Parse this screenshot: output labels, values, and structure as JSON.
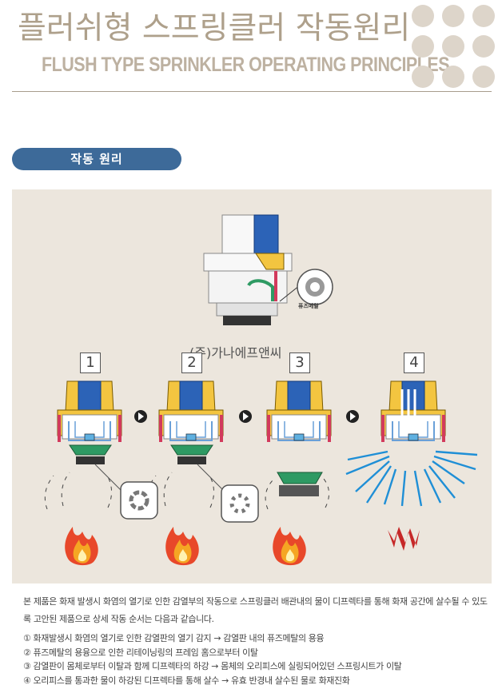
{
  "header": {
    "title_ko": "플러쉬형 스프링클러 작동원리",
    "title_en": "FLUSH TYPE SPRINKLER OPERATING PRINCIPLES"
  },
  "section": {
    "label": "작동 원리"
  },
  "diagram": {
    "company": "(주)가나에프앤씨",
    "fuse_label": "퓨즈메탈",
    "steps": [
      "1",
      "2",
      "3",
      "4"
    ],
    "colors": {
      "body": "#f3c540",
      "pipe": "#2c63b7",
      "frame": "#d23a5c",
      "deflector": "#2e9a63",
      "spray": "#1f8fd6",
      "fire": "#e8482a"
    },
    "icons": [
      "fuse-ring-icon",
      "arrow-right-icon",
      "fire-icon",
      "water-spray-icon"
    ]
  },
  "description": {
    "intro": "본 제품은 화재 발생시 화염의 열기로 인한 감열부의 작동으로 스프링클러 배관내의 물이 디프렉타를 통해 화재 공간에 살수될 수 있도록 고안된 제품으로 상세 작동 순서는 다음과 같습니다.",
    "steps": [
      "① 화재발생시 화염의 열기로 인한 감열판의 열기 감지 → 감열판 내의 퓨즈메탈의 용융",
      "② 퓨즈메탈의 용융으로 인한 리테이닝링의 프레임 홈으로부터 이탈",
      "③ 감열판이 몸체로부터 이탈과 함께 디프렉타의 하강 → 몸체의 오리피스에 실링되어있던 스프링시트가 이탈",
      "④ 오리피스를 통과한 물이 하강된 디프렉타를 통해 살수 → 유효 반경내 살수된 물로 화재진화"
    ]
  }
}
